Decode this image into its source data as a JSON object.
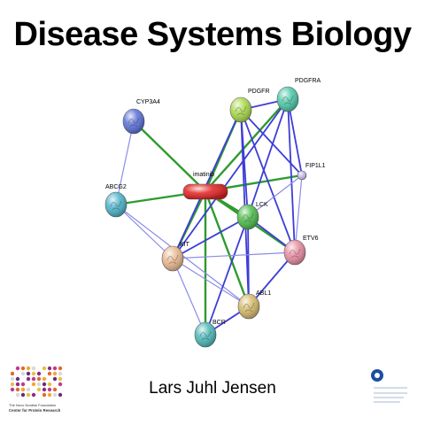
{
  "title": "Disease Systems Biology",
  "author": "Lars Juhl Jensen",
  "logos": {
    "left": {
      "name": "cpr-logo",
      "line1": "The Novo Nordisk Foundation",
      "line2": "Center for Protein Research"
    },
    "right": {
      "name": "institute-logo"
    }
  },
  "colors": {
    "green_edge": "#2e9b2e",
    "blue_edge": "#3d3dd6",
    "light_blue_edge": "#8c8ce8"
  },
  "network": {
    "nodes": [
      {
        "id": "imatinib",
        "label": "imatinib",
        "shape": "pill",
        "color": "#e02020"
      },
      {
        "id": "CYP3A4",
        "label": "CYP3A4",
        "shape": "ball",
        "color": "#5a6fd6"
      },
      {
        "id": "PDGFR",
        "label": "PDGFR",
        "shape": "ball",
        "color": "#a8d84a"
      },
      {
        "id": "PDGFRA",
        "label": "PDGFRA",
        "shape": "ball",
        "color": "#4cc8a8"
      },
      {
        "id": "FIP1L1",
        "label": "FIP1L1",
        "shape": "small",
        "color": "#c8b8ec"
      },
      {
        "id": "ABCG2",
        "label": "ABCG2",
        "shape": "ball",
        "color": "#4ab2c8"
      },
      {
        "id": "LCK",
        "label": "LCK",
        "shape": "ball",
        "color": "#4cbc4c"
      },
      {
        "id": "ETV6",
        "label": "ETV6",
        "shape": "ball",
        "color": "#e88ca0"
      },
      {
        "id": "KIT",
        "label": "KIT",
        "shape": "ball",
        "color": "#e8b890"
      },
      {
        "id": "ABL1",
        "label": "ABL1",
        "shape": "ball",
        "color": "#d4b86a"
      },
      {
        "id": "BCR",
        "label": "BCR",
        "shape": "ball",
        "color": "#4cb8b8"
      }
    ],
    "edges": [
      {
        "from": "imatinib",
        "to": "CYP3A4",
        "type": "green"
      },
      {
        "from": "imatinib",
        "to": "PDGFR",
        "type": "green"
      },
      {
        "from": "imatinib",
        "to": "PDGFRA",
        "type": "green"
      },
      {
        "from": "imatinib",
        "to": "FIP1L1",
        "type": "green"
      },
      {
        "from": "imatinib",
        "to": "ABCG2",
        "type": "green"
      },
      {
        "from": "imatinib",
        "to": "LCK",
        "type": "green"
      },
      {
        "from": "imatinib",
        "to": "ETV6",
        "type": "green"
      },
      {
        "from": "imatinib",
        "to": "KIT",
        "type": "green"
      },
      {
        "from": "imatinib",
        "to": "ABL1",
        "type": "green"
      },
      {
        "from": "imatinib",
        "to": "BCR",
        "type": "green"
      },
      {
        "from": "CYP3A4",
        "to": "ABCG2",
        "type": "light"
      },
      {
        "from": "ABCG2",
        "to": "KIT",
        "type": "light"
      },
      {
        "from": "ABCG2",
        "to": "ABL1",
        "type": "light"
      },
      {
        "from": "PDGFR",
        "to": "PDGFRA",
        "type": "blue"
      },
      {
        "from": "PDGFR",
        "to": "LCK",
        "type": "blue"
      },
      {
        "from": "PDGFR",
        "to": "ETV6",
        "type": "blue"
      },
      {
        "from": "PDGFR",
        "to": "KIT",
        "type": "blue"
      },
      {
        "from": "PDGFR",
        "to": "FIP1L1",
        "type": "blue"
      },
      {
        "from": "PDGFR",
        "to": "ABL1",
        "type": "blue"
      },
      {
        "from": "PDGFRA",
        "to": "FIP1L1",
        "type": "blue"
      },
      {
        "from": "PDGFRA",
        "to": "ETV6",
        "type": "blue"
      },
      {
        "from": "PDGFRA",
        "to": "LCK",
        "type": "blue"
      },
      {
        "from": "PDGFRA",
        "to": "KIT",
        "type": "blue"
      },
      {
        "from": "FIP1L1",
        "to": "ETV6",
        "type": "light"
      },
      {
        "from": "FIP1L1",
        "to": "LCK",
        "type": "light"
      },
      {
        "from": "LCK",
        "to": "ETV6",
        "type": "blue"
      },
      {
        "from": "LCK",
        "to": "KIT",
        "type": "blue"
      },
      {
        "from": "LCK",
        "to": "ABL1",
        "type": "blue"
      },
      {
        "from": "LCK",
        "to": "BCR",
        "type": "blue"
      },
      {
        "from": "ETV6",
        "to": "ABL1",
        "type": "blue"
      },
      {
        "from": "ETV6",
        "to": "KIT",
        "type": "light"
      },
      {
        "from": "KIT",
        "to": "ABL1",
        "type": "light"
      },
      {
        "from": "KIT",
        "to": "BCR",
        "type": "light"
      },
      {
        "from": "ABL1",
        "to": "BCR",
        "type": "blue"
      }
    ]
  }
}
